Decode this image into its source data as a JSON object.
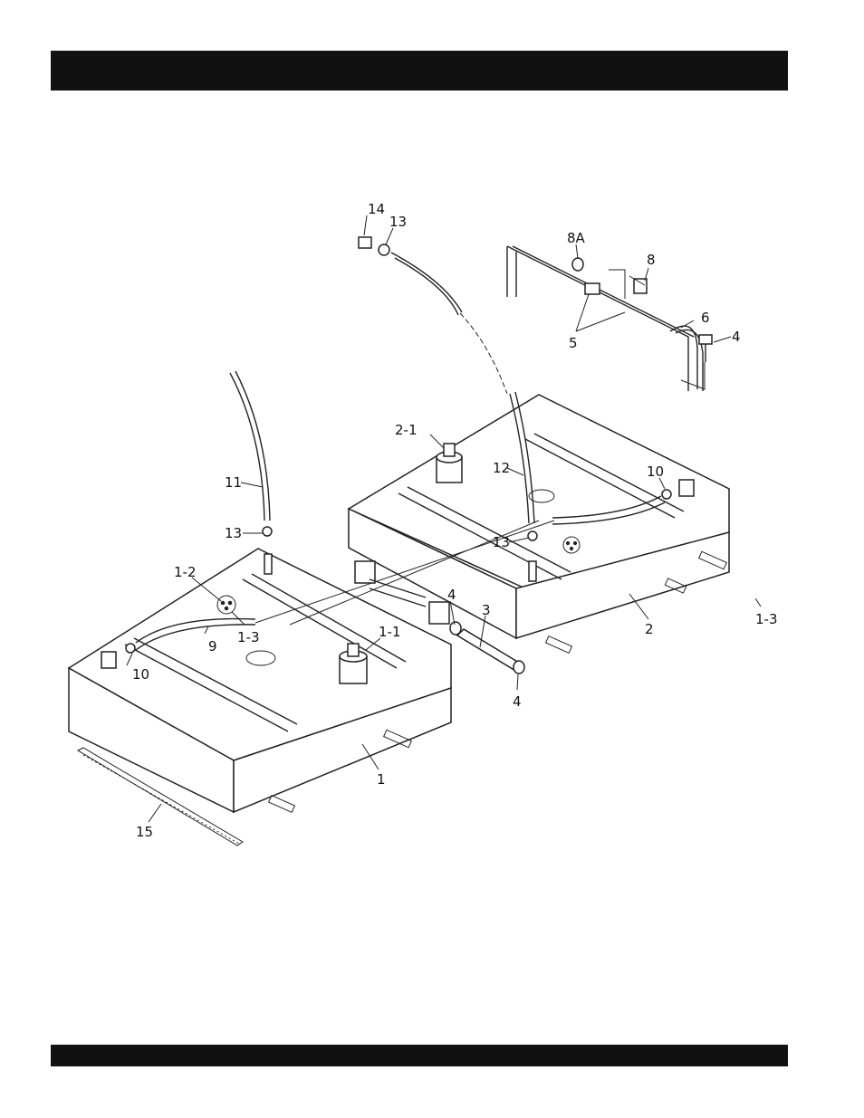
{
  "header_bar": {
    "text": ""
  },
  "footer_bar": {
    "text": ""
  },
  "diagram": {
    "callouts": {
      "c14": "14",
      "c13_top": "13",
      "c8A": "8A",
      "c8": "8",
      "c6": "6",
      "c5": "5",
      "c4_bracket": "4",
      "c2_1": "2-1",
      "c12": "12",
      "c10_right": "10",
      "c11": "11",
      "c13_left": "13",
      "c13_mid": "13",
      "c1_2": "1-2",
      "c1_3": "1-3",
      "c1_1": "1-1",
      "c9": "9",
      "c10_left": "10",
      "c4_upper": "4",
      "c3": "3",
      "c4_lower": "4",
      "c2": "2",
      "c1_3_side": "1-3",
      "c1": "1",
      "c15": "15"
    }
  }
}
